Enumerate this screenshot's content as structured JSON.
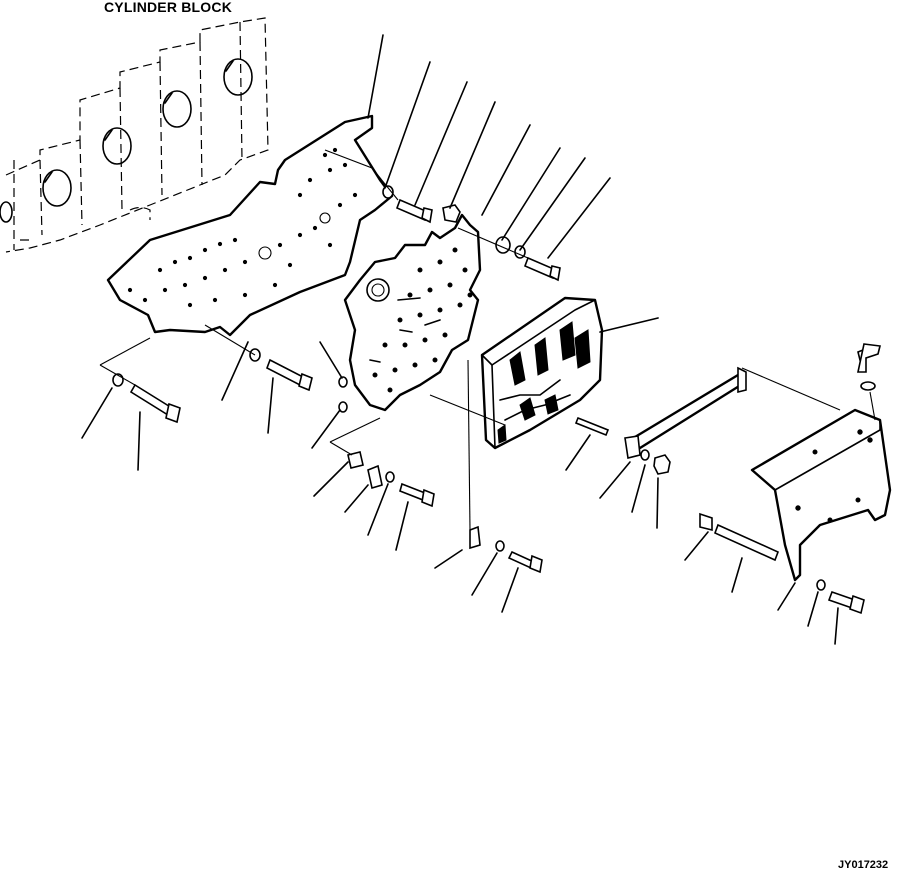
{
  "labels": {
    "cylinder_block": "CYLINDER BLOCK",
    "drawing_code": "JY017232"
  },
  "icons": [
    "cylinder-block",
    "gasket",
    "front-cover",
    "controller-unit",
    "bracket",
    "bolt",
    "washer",
    "nut",
    "o-ring",
    "plug",
    "elbow-fitting",
    "stud",
    "pin",
    "stay-rod"
  ],
  "colors": {
    "ink": "#000000",
    "paper": "#ffffff"
  }
}
